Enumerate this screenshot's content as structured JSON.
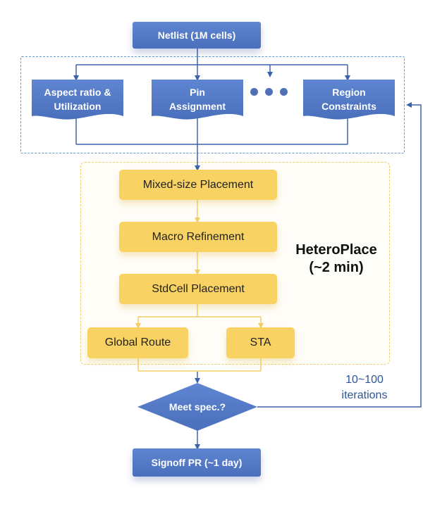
{
  "nodes": {
    "netlist": "Netlist (1M cells)",
    "aspect_ratio_line1": "Aspect ratio &",
    "aspect_ratio_line2": "Utilization",
    "pin_line1": "Pin",
    "pin_line2": "Assignment",
    "region_line1": "Region",
    "region_line2": "Constraints",
    "mixed_size_placement": "Mixed-size Placement",
    "macro_refinement": "Macro Refinement",
    "stdcell_placement": "StdCell Placement",
    "global_route": "Global Route",
    "sta": "STA",
    "meet_spec": "Meet spec.?",
    "signoff": "Signoff PR (~1 day)"
  },
  "annotations": {
    "hetero_line1": "HeteroPlace",
    "hetero_line2": "(~2 min)",
    "iter_line1": "10~100",
    "iter_line2": "iterations"
  },
  "colors": {
    "blue": "#4a6fbc",
    "yellow": "#f8d262",
    "line_blue": "#3d62ad",
    "line_yellow": "#f2cf66"
  }
}
